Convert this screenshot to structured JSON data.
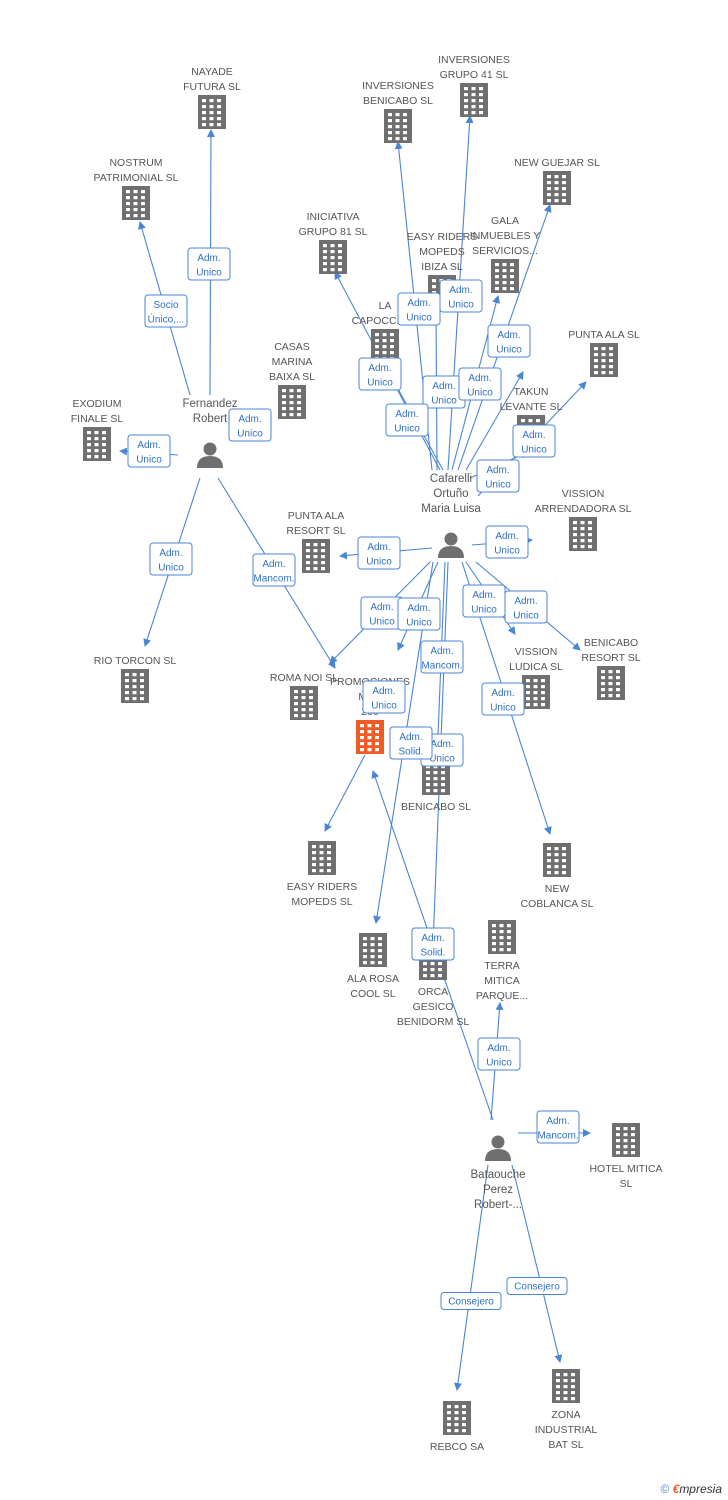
{
  "companies": [
    {
      "id": "nayade",
      "lines": [
        "NAYADE",
        "FUTURA SL"
      ]
    },
    {
      "id": "inversiones-grupo-41",
      "lines": [
        "INVERSIONES",
        "GRUPO 41 SL"
      ]
    },
    {
      "id": "inversiones-benicabo",
      "lines": [
        "INVERSIONES",
        "BENICABO SL"
      ]
    },
    {
      "id": "nostrum",
      "lines": [
        "NOSTRUM",
        "PATRIMONIAL SL"
      ]
    },
    {
      "id": "new-guejar",
      "lines": [
        "NEW GUEJAR SL"
      ]
    },
    {
      "id": "iniciativa-81",
      "lines": [
        "INICIATIVA",
        "GRUPO 81  SL"
      ]
    },
    {
      "id": "easy-riders-ibiza",
      "lines": [
        "EASY RIDERS",
        "MOPEDS",
        "IBIZA SL"
      ]
    },
    {
      "id": "gala",
      "lines": [
        "GALA",
        "INMUEBLES Y",
        "SERVICIOS..."
      ]
    },
    {
      "id": "la-capocciata",
      "lines": [
        "LA",
        "CAPOCCIATA"
      ]
    },
    {
      "id": "punta-ala",
      "lines": [
        "PUNTA ALA SL"
      ]
    },
    {
      "id": "casas-marina",
      "lines": [
        "CASAS",
        "MARINA",
        "BAIXA SL"
      ]
    },
    {
      "id": "exodium",
      "lines": [
        "EXODIUM",
        "FINALE SL"
      ]
    },
    {
      "id": "takun",
      "lines": [
        "TAKUN",
        "LEVANTE SL"
      ]
    },
    {
      "id": "vission-arrendadora",
      "lines": [
        "VISSION",
        "ARRENDADORA SL"
      ]
    },
    {
      "id": "punta-ala-resort",
      "lines": [
        "PUNTA ALA",
        "RESORT SL"
      ]
    },
    {
      "id": "rio-torcon",
      "lines": [
        "RIO TORCON SL"
      ]
    },
    {
      "id": "roma-noi",
      "lines": [
        "ROMA NOI SL"
      ]
    },
    {
      "id": "promociones",
      "lines": [
        "PROMOCIONES",
        "MAR",
        "200"
      ]
    },
    {
      "id": "vission-ludica",
      "lines": [
        "VISSION",
        "LUDICA SL"
      ]
    },
    {
      "id": "benicabo-resort",
      "lines": [
        "BENICABO",
        "RESORT SL"
      ]
    },
    {
      "id": "benicabo",
      "lines": [
        "BENICABO SL"
      ]
    },
    {
      "id": "easy-riders-mopeds",
      "lines": [
        "EASY RIDERS",
        "MOPEDS SL"
      ]
    },
    {
      "id": "new-coblanca",
      "lines": [
        "NEW",
        "COBLANCA SL"
      ]
    },
    {
      "id": "ala-rosa",
      "lines": [
        "ALA ROSA",
        "COOL SL"
      ]
    },
    {
      "id": "orca",
      "lines": [
        "ORCA",
        "GESICO",
        "BENIDORM SL"
      ]
    },
    {
      "id": "terra-mitica",
      "lines": [
        "TERRA",
        "MITICA",
        "PARQUE..."
      ]
    },
    {
      "id": "hotel-mitica",
      "lines": [
        "HOTEL MITICA",
        "SL"
      ]
    },
    {
      "id": "rebco",
      "lines": [
        "REBCO SA"
      ]
    },
    {
      "id": "zona-industrial",
      "lines": [
        "ZONA",
        "INDUSTRIAL",
        "BAT SL"
      ]
    }
  ],
  "persons": [
    {
      "id": "fernandez",
      "lines": [
        "Fernandez",
        "Robert"
      ]
    },
    {
      "id": "cafarelli",
      "lines": [
        "Cafarelli",
        "Ortuño",
        "Maria Luisa"
      ]
    },
    {
      "id": "bataouche",
      "lines": [
        "Bataouche",
        "Perez",
        "Robert-..."
      ]
    }
  ],
  "relations": [
    {
      "id": "r1",
      "lines": [
        "Adm.",
        "Unico"
      ]
    },
    {
      "id": "r2",
      "lines": [
        "Socio",
        "Único,..."
      ]
    },
    {
      "id": "r3",
      "lines": [
        "Adm.",
        "Unico"
      ]
    },
    {
      "id": "r4",
      "lines": [
        "Adm.",
        "Unico"
      ]
    },
    {
      "id": "r5",
      "lines": [
        "Adm.",
        "Unico"
      ]
    },
    {
      "id": "r6",
      "lines": [
        "Adm.",
        "Mancom."
      ]
    },
    {
      "id": "r7",
      "lines": [
        "Adm.",
        "Unico"
      ]
    },
    {
      "id": "r8",
      "lines": [
        "Adm.",
        "Unico"
      ]
    },
    {
      "id": "r9",
      "lines": [
        "Adm.",
        "Unico"
      ]
    },
    {
      "id": "r10",
      "lines": [
        "Adm.",
        "Unico"
      ]
    },
    {
      "id": "r11",
      "lines": [
        "Adm.",
        "Unico"
      ]
    },
    {
      "id": "r12",
      "lines": [
        "Adm.",
        "Unico"
      ]
    },
    {
      "id": "r13",
      "lines": [
        "Adm.",
        "Unico"
      ]
    },
    {
      "id": "r14",
      "lines": [
        "Adm.",
        "Unico"
      ]
    },
    {
      "id": "r15",
      "lines": [
        "Adm.",
        "Unico"
      ]
    },
    {
      "id": "r16",
      "lines": [
        "Adm.",
        "Unico"
      ]
    },
    {
      "id": "r17",
      "lines": [
        "Adm.",
        "Unico"
      ]
    },
    {
      "id": "r18",
      "lines": [
        "Adm.",
        "Unico"
      ]
    },
    {
      "id": "r19",
      "lines": [
        "Adm.",
        "Unico"
      ]
    },
    {
      "id": "r20",
      "lines": [
        "Adm.",
        "Unico"
      ]
    },
    {
      "id": "r21",
      "lines": [
        "Adm.",
        "Mancom."
      ]
    },
    {
      "id": "r22",
      "lines": [
        "Adm.",
        "Unico"
      ]
    },
    {
      "id": "r23",
      "lines": [
        "Adm.",
        "Unico"
      ]
    },
    {
      "id": "r24",
      "lines": [
        "Adm.",
        "Unico"
      ]
    },
    {
      "id": "r25",
      "lines": [
        "Adm.",
        "Unico"
      ]
    },
    {
      "id": "r26",
      "lines": [
        "Adm.",
        "Unico"
      ]
    },
    {
      "id": "r27",
      "lines": [
        "Adm.",
        "Solid."
      ]
    },
    {
      "id": "r28",
      "lines": [
        "Adm.",
        "Unico"
      ]
    },
    {
      "id": "r29",
      "lines": [
        "Adm.",
        "Mancom."
      ]
    },
    {
      "id": "r30",
      "lines": [
        "Consejero"
      ]
    },
    {
      "id": "r31",
      "lines": [
        "Consejero"
      ]
    },
    {
      "id": "r32",
      "lines": [
        "Adm.",
        "Solid."
      ]
    },
    {
      "id": "r33",
      "lines": [
        "Adm.",
        "Solid."
      ]
    }
  ],
  "footer": {
    "copyright": "©",
    "brand_first": "€",
    "brand_rest": "mpresia"
  },
  "colors": {
    "edge": "#4a86d4",
    "node": "#6f6f6f",
    "focus": "#f15a24"
  }
}
